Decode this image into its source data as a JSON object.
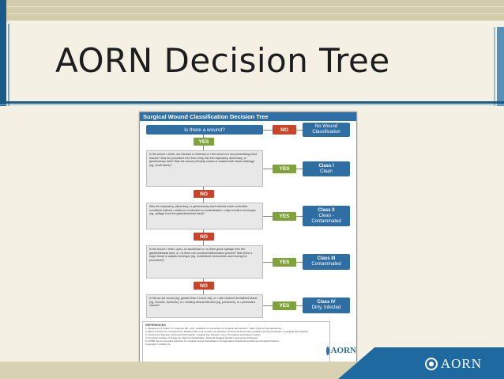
{
  "slide": {
    "title": "AORN Decision Tree",
    "logo_text": "AORN",
    "colors": {
      "brand_blue": "#1e6aa0",
      "background": "#f4f1e4",
      "band": "#d3ccab"
    }
  },
  "diagram": {
    "header": "Surgical Wound Classification Decision Tree",
    "start_question": "Is there a wound?",
    "yes_label": "YES",
    "no_label": "NO",
    "no_wound_class": "No Wound Classification",
    "questions": [
      "Is the wound • clean, not infected or inflamed or • the result of a non-penetrating blunt trauma? Was the procedure free from entry into the respiratory, alimentary, or genitourinary tract? Was the wound primarily closed or drained with closed drainage (eg, small tubes)?",
      "Was the respiratory, alimentary, or genitourinary tract entered under controlled conditions without • evidence of infection or contamination • major break in technique (eg, spillage from the gastrointestinal tract)?",
      "Is the wound • fresh, open, an accidental or • is there gross spillage from the gastrointestinal tract, or • is there non-purulent inflammation present? Was there a major break in aseptic technique (eg, unsterilized instruments used during the procedure)?",
      "Is this an old wound (eg, greater than 4 hours old), or • with retained devitalized tissue (eg, necrotic, ischemic), or • existing clinical infection (eg, purulence), or • perforated viscera?"
    ],
    "classes": [
      {
        "name": "Class I",
        "desc": "Clean"
      },
      {
        "name": "Class II",
        "desc": "Clean - Contaminated"
      },
      {
        "name": "Class III",
        "desc": "Contaminated"
      },
      {
        "name": "Class IV",
        "desc": "Dirty, Infected"
      }
    ],
    "references_title": "REFERENCES",
    "references": [
      "1. Mangram AJ, Horan TC, Pearson ML, et al. Guideline for prevention of surgical site infection. Infect Control Hosp Epidemiol.",
      "2. Berríos-Torres SI, Umscheid CA, Bratzler DW, et al. Centers for Disease Control and Prevention guideline for the prevention of surgical site infection.",
      "3. Centers for Disease Control and Prevention. Surgical site infection event. Procedure-associated module.",
      "4. American College of Surgeons. Wound classification. National Surgical Quality Improvement Program.",
      "5. AORN. Recommended practices for surgical wound classification. Perioperative Standards and Recommended Practices."
    ],
    "copyright": "Copyright © AORN, Inc.",
    "logo_text": "AORN"
  }
}
